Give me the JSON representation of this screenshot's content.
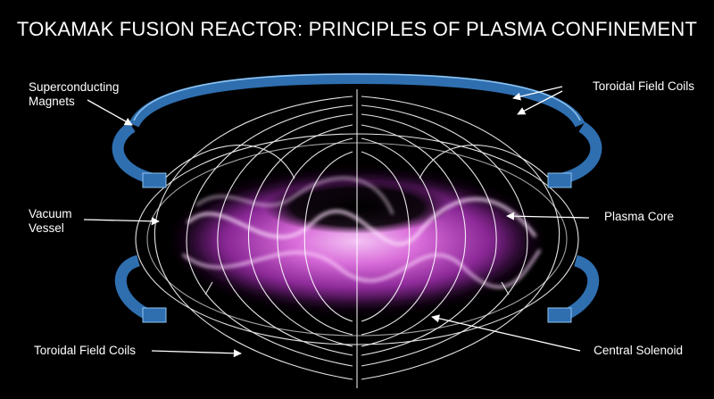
{
  "title": "TOKAMAK FUSION REACTOR: PRINCIPLES OF PLASMA CONFINEMENT",
  "labels": {
    "superconducting_magnets": [
      "Superconducting",
      "Magnets"
    ],
    "toroidal_field_coils_top": "Toroidal Field Coils",
    "vacuum_vessel": [
      "Vacuum",
      "Vessel"
    ],
    "plasma_core": "Plasma Core",
    "toroidal_field_coils_bottom": "Toroidal Field Coils",
    "central_solenoid": "Central Solenoid"
  },
  "colors": {
    "background": "#000000",
    "coil": "#2f6fb0",
    "coil_edge": "#8fc3ee",
    "field_lines": "#ffffff",
    "plasma": "#d24fd6",
    "plasma_glow": "#f4b6f6"
  }
}
